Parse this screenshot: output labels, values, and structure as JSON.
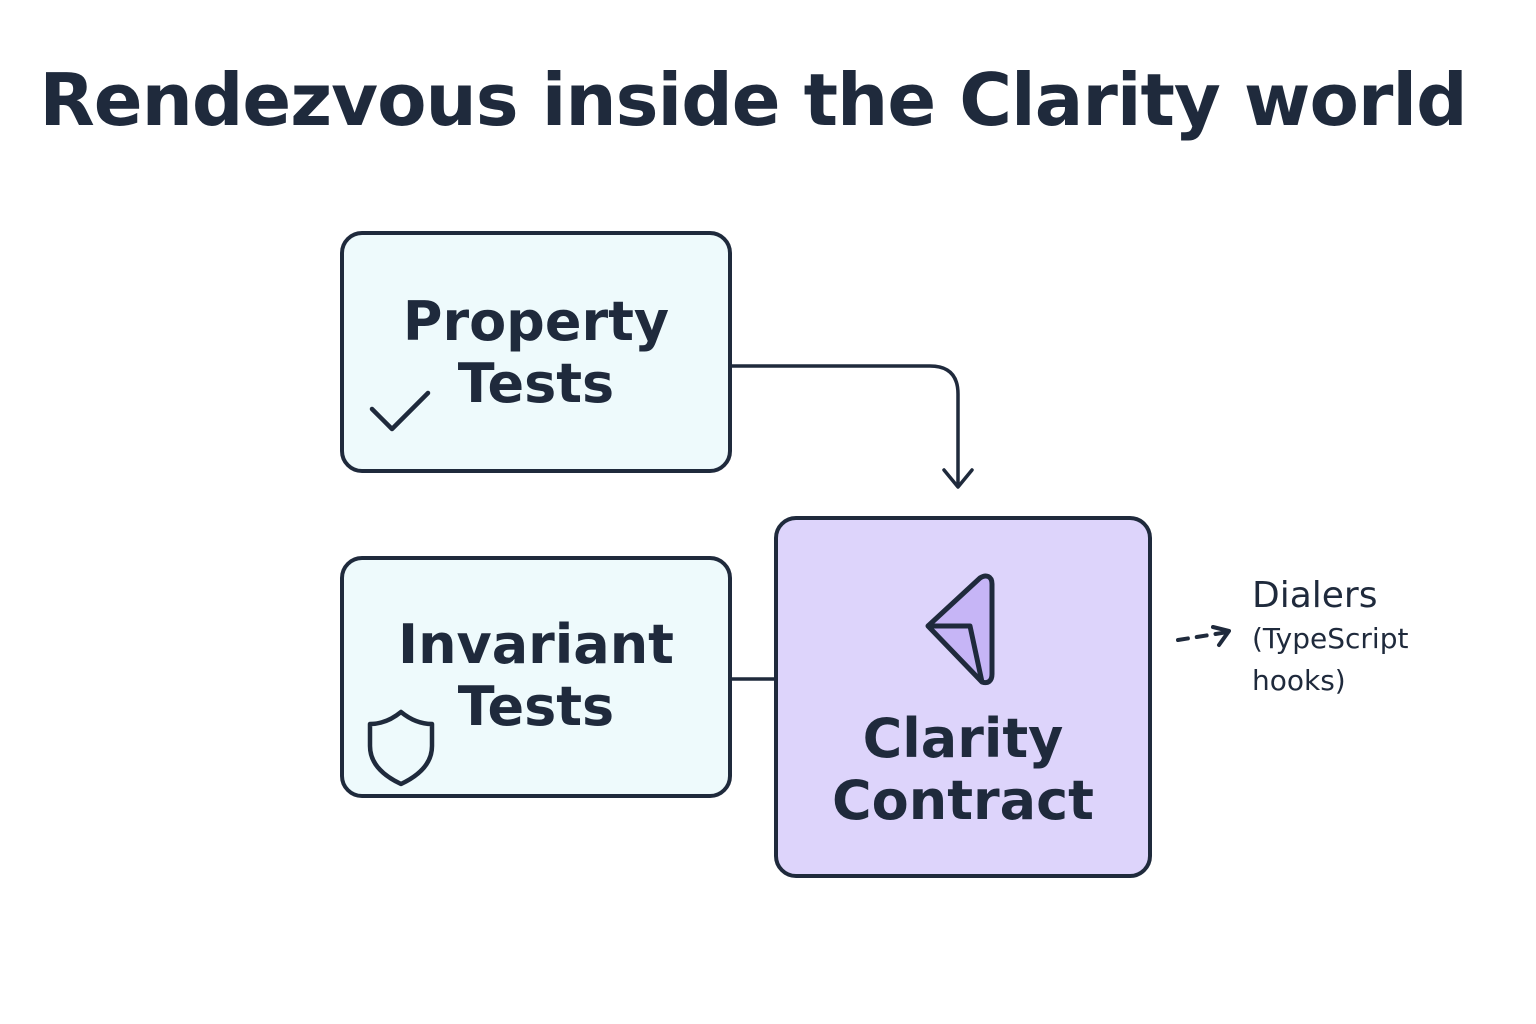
{
  "title": "Rendezvous inside the Clarity world",
  "nodes": {
    "property_tests": {
      "line1": "Property",
      "line2": "Tests"
    },
    "invariant_tests": {
      "line1": "Invariant",
      "line2": "Tests"
    },
    "clarity_contract": {
      "line1": "Clarity",
      "line2": "Contract"
    }
  },
  "side_note": {
    "line1": "Dialers",
    "line2": "(TypeScript",
    "line3": "hooks)"
  },
  "icons": {
    "property_tests": "checkmark-icon",
    "invariant_tests": "shield-icon",
    "clarity_contract": "clarity-logo-icon"
  },
  "colors": {
    "ink": "#1f2a3c",
    "test_fill": "#eefafc",
    "contract_fill": "#ddd4fb",
    "background": "#ffffff"
  }
}
